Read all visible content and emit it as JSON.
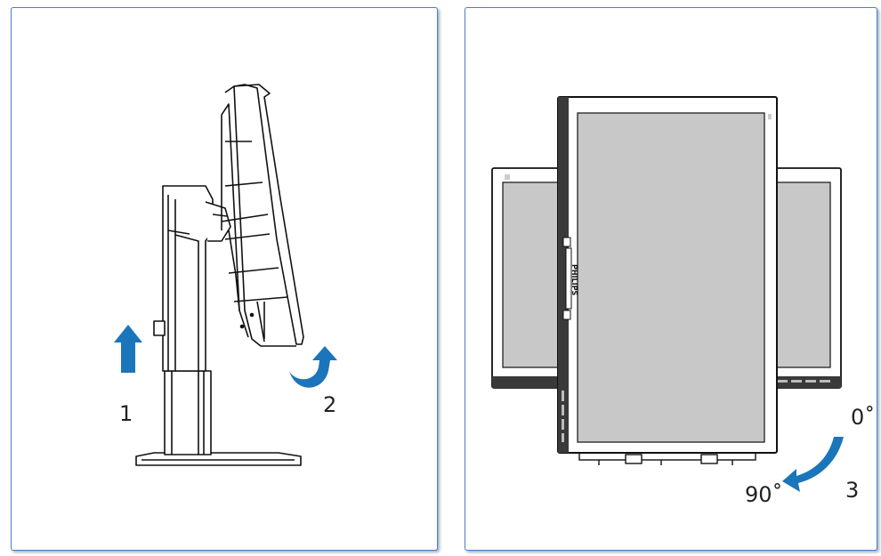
{
  "labels": {
    "step1": "1",
    "step2": "2",
    "step3": "3",
    "angle_start": "0˚",
    "angle_end": "90˚"
  },
  "brand_text": "PHILIPS",
  "colors": {
    "panel_border": "#4a7fc1",
    "arrow": "#1b75bb",
    "screen": "#c8c8c8",
    "bezel": "#3a3a3a",
    "outline": "#111111"
  },
  "icons": {
    "up_arrow": "arrow-up-icon",
    "tilt_arrow": "curved-arrow-icon",
    "rotate_arrow": "rotate-arrow-icon"
  }
}
